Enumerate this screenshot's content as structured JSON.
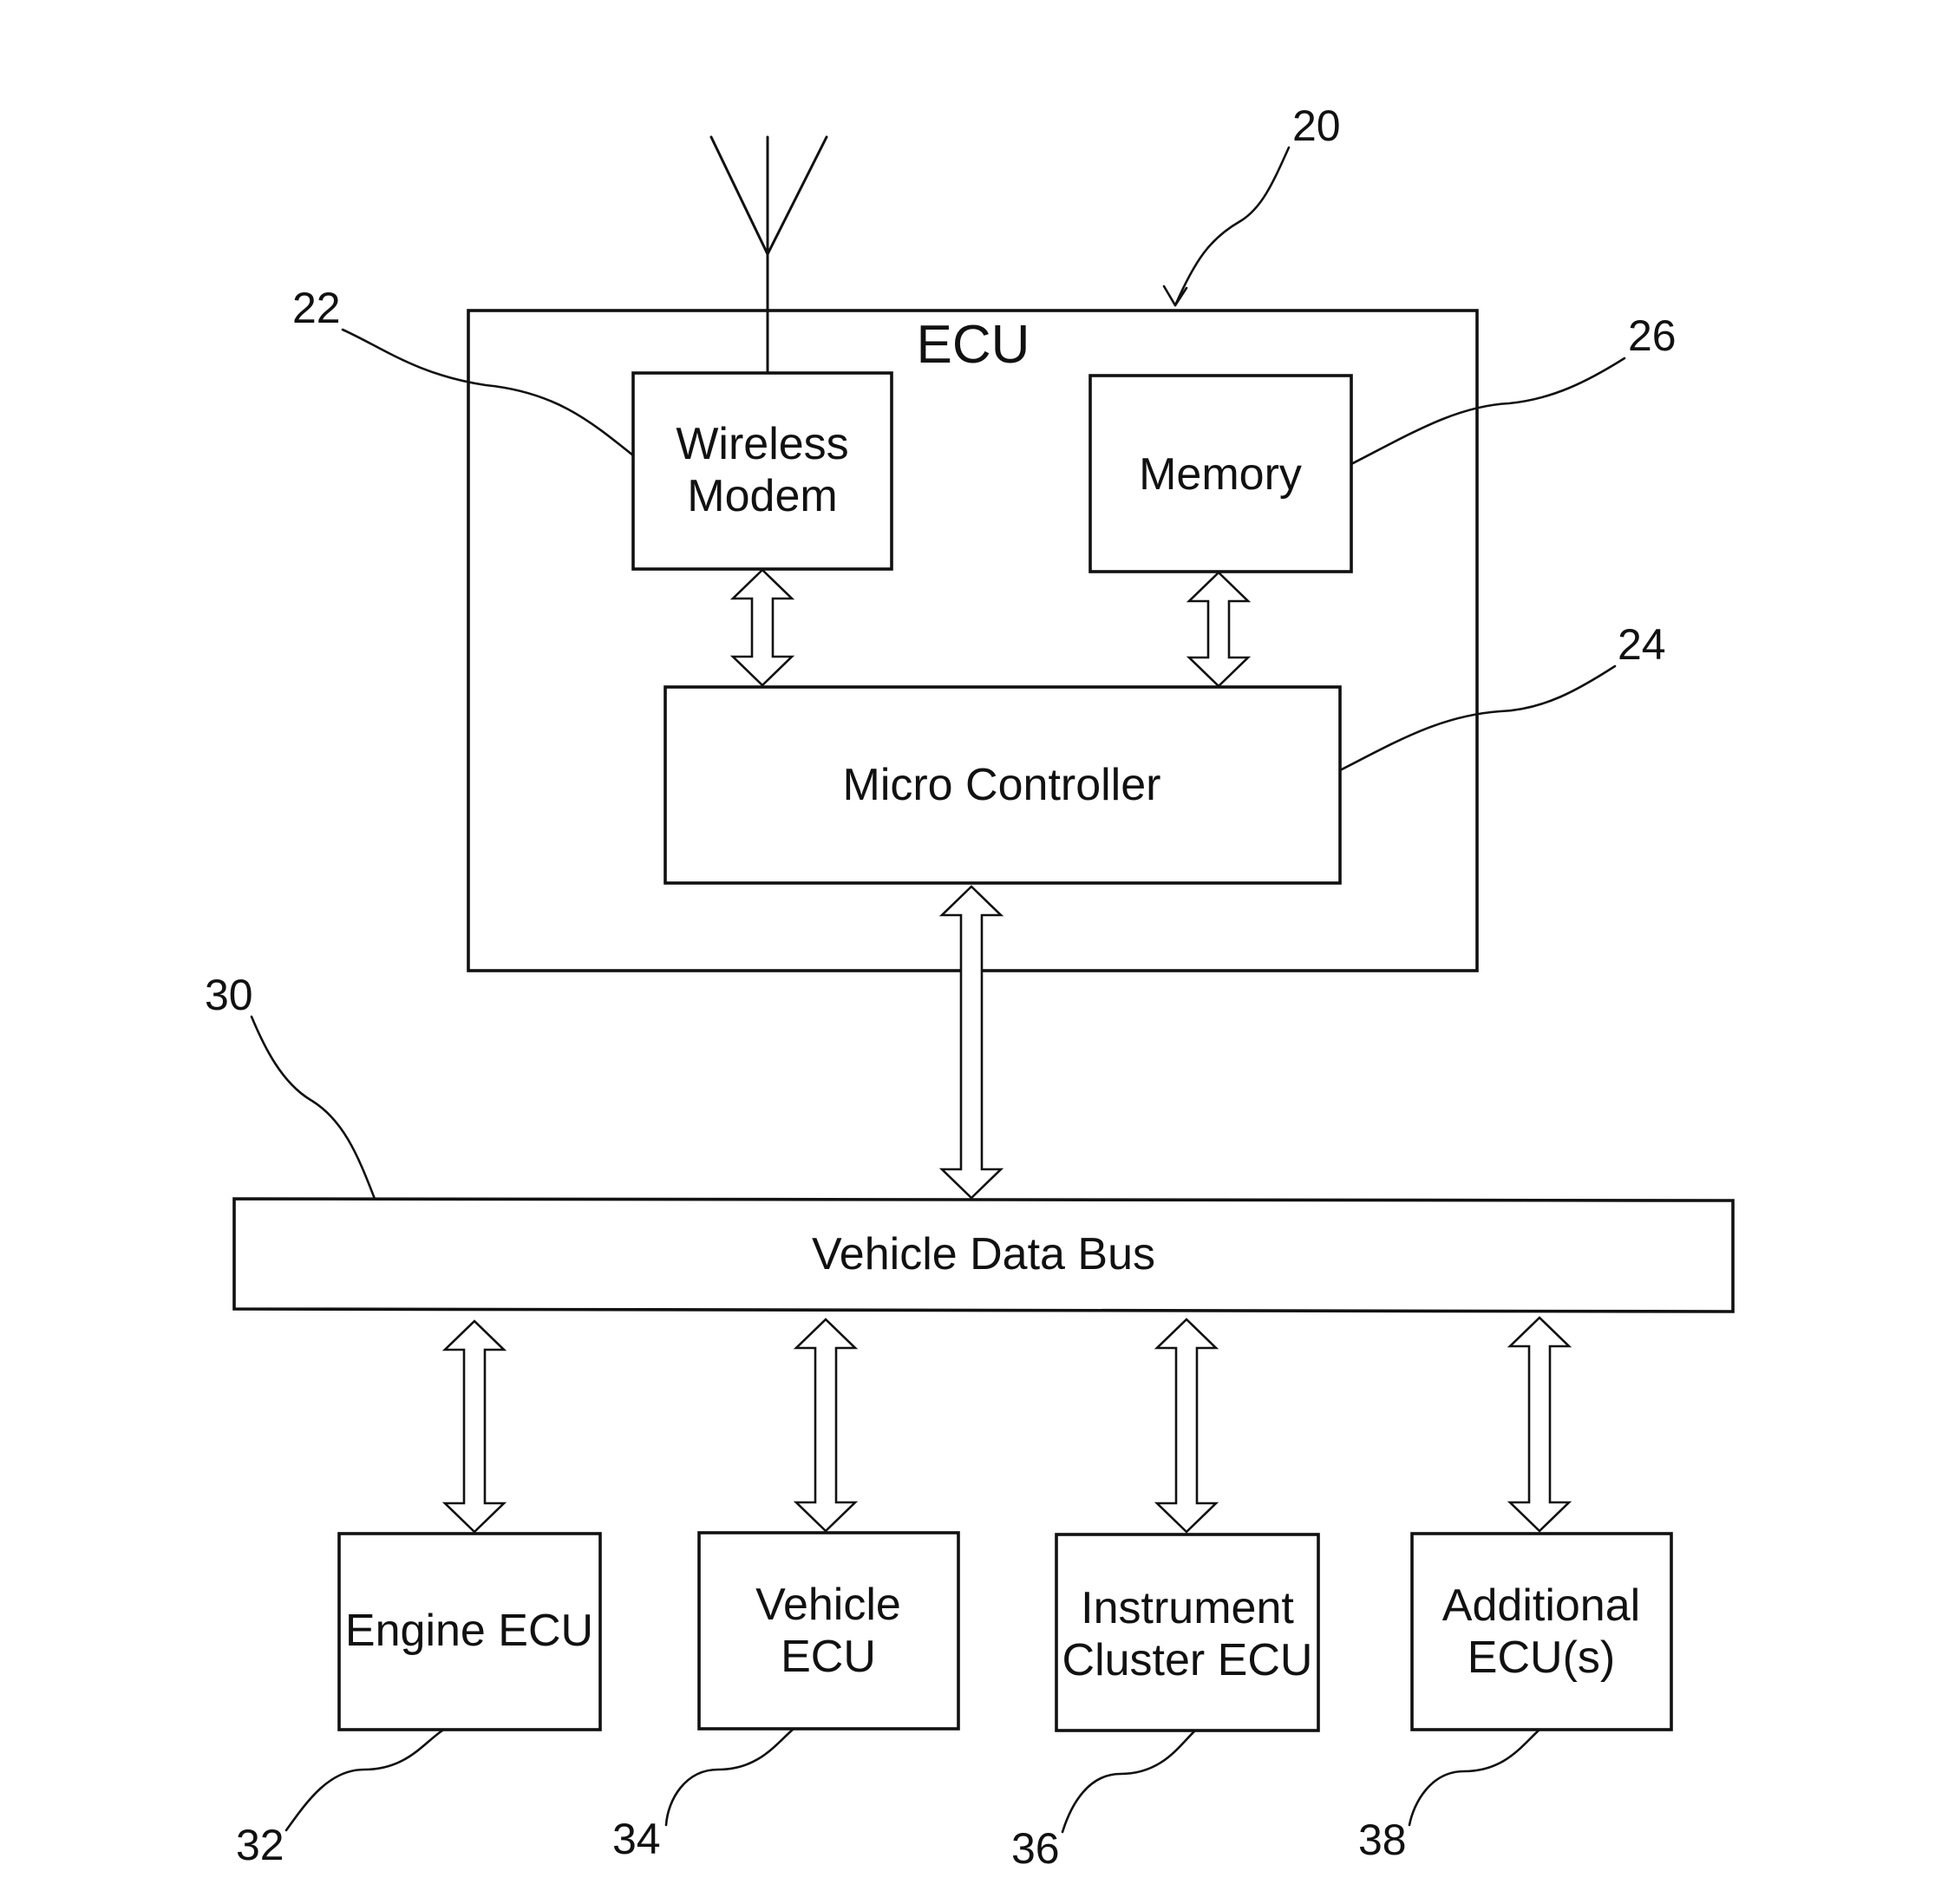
{
  "diagram": {
    "ecu_title": "ECU",
    "wireless_modem": {
      "line1": "Wireless",
      "line2": "Modem"
    },
    "memory": "Memory",
    "micro_controller": "Micro Controller",
    "vehicle_data_bus": "Vehicle Data Bus",
    "engine_ecu": "Engine ECU",
    "vehicle_ecu": {
      "line1": "Vehicle",
      "line2": "ECU"
    },
    "instrument_cluster_ecu": {
      "line1": "Instrument",
      "line2": "Cluster ECU"
    },
    "additional_ecus": {
      "line1": "Additional",
      "line2": "ECU(s)"
    }
  },
  "reference_numerals": {
    "ecu": "20",
    "wireless_modem": "22",
    "micro_controller": "24",
    "memory": "26",
    "vehicle_data_bus": "30",
    "engine_ecu": "32",
    "vehicle_ecu": "34",
    "instrument_cluster_ecu": "36",
    "additional_ecus": "38"
  },
  "colors": {
    "line": "#111111",
    "background": "#ffffff"
  }
}
